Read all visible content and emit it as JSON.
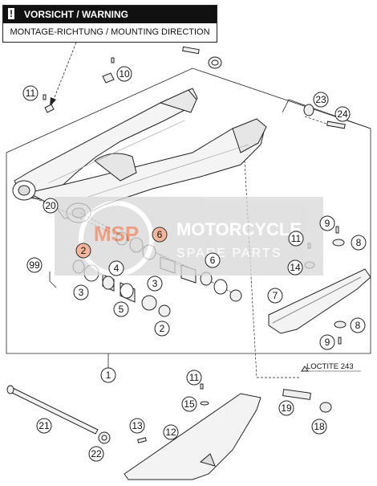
{
  "warning": {
    "icon": "!",
    "title": "VORSICHT / WARNING",
    "subtitle": "MONTAGE-RICHTUNG / MOUNTING DIRECTION"
  },
  "callouts": {
    "c1": "1",
    "c2a": "2",
    "c2b": "2",
    "c3a": "3",
    "c3b": "3",
    "c4": "4",
    "c5": "5",
    "c6a": "6",
    "c6b": "6",
    "c7": "7",
    "c8a": "8",
    "c8b": "8",
    "c9a": "9",
    "c9b": "9",
    "c10": "10",
    "c11a": "11",
    "c11b": "11",
    "c11c": "11",
    "c12": "12",
    "c13": "13",
    "c14": "14",
    "c15": "15",
    "c18": "18",
    "c19": "19",
    "c20": "20",
    "c21": "21",
    "c22": "22",
    "c23": "23",
    "c24": "24",
    "c99": "99"
  },
  "loctite_label": "LOCTITE 243",
  "watermark": {
    "logo": "MSP",
    "line1": "MOTORCYCLE",
    "line2": "SPARE PARTS"
  },
  "colors": {
    "watermark_bg": "#d8d8d8",
    "watermark_logo": "#e8805a",
    "highlight_circle": "#f6b49a",
    "line": "#222222"
  }
}
